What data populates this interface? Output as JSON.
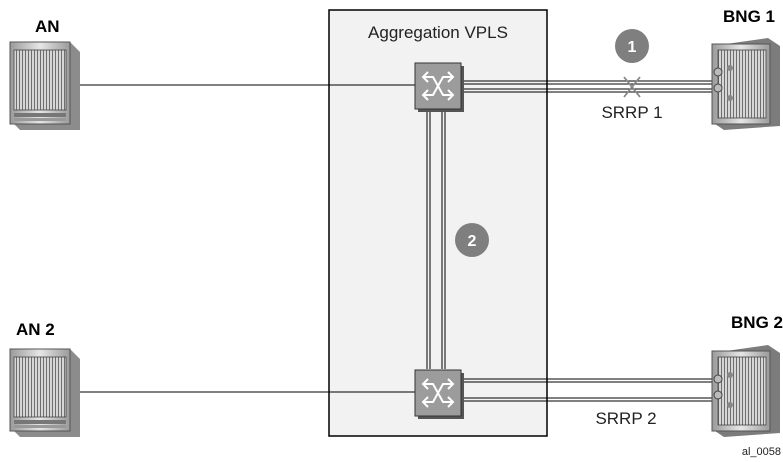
{
  "nodes": {
    "an1": "AN",
    "an2": "AN 2",
    "bng1": "BNG 1",
    "bng2": "BNG 2"
  },
  "vpls": {
    "title": "Aggregation VPLS"
  },
  "links": {
    "srrp1": "SRRP 1",
    "srrp2": "SRRP 2"
  },
  "callouts": {
    "one": "1",
    "two": "2"
  },
  "figure_id": "al_0058",
  "colors": {
    "vpls_fill": "#f2f2f2",
    "badge": "#7f7f7f",
    "device": "#bdbdbd"
  },
  "icons": [
    "access-node-icon",
    "switch-icon",
    "router-icon",
    "failure-x-icon"
  ]
}
